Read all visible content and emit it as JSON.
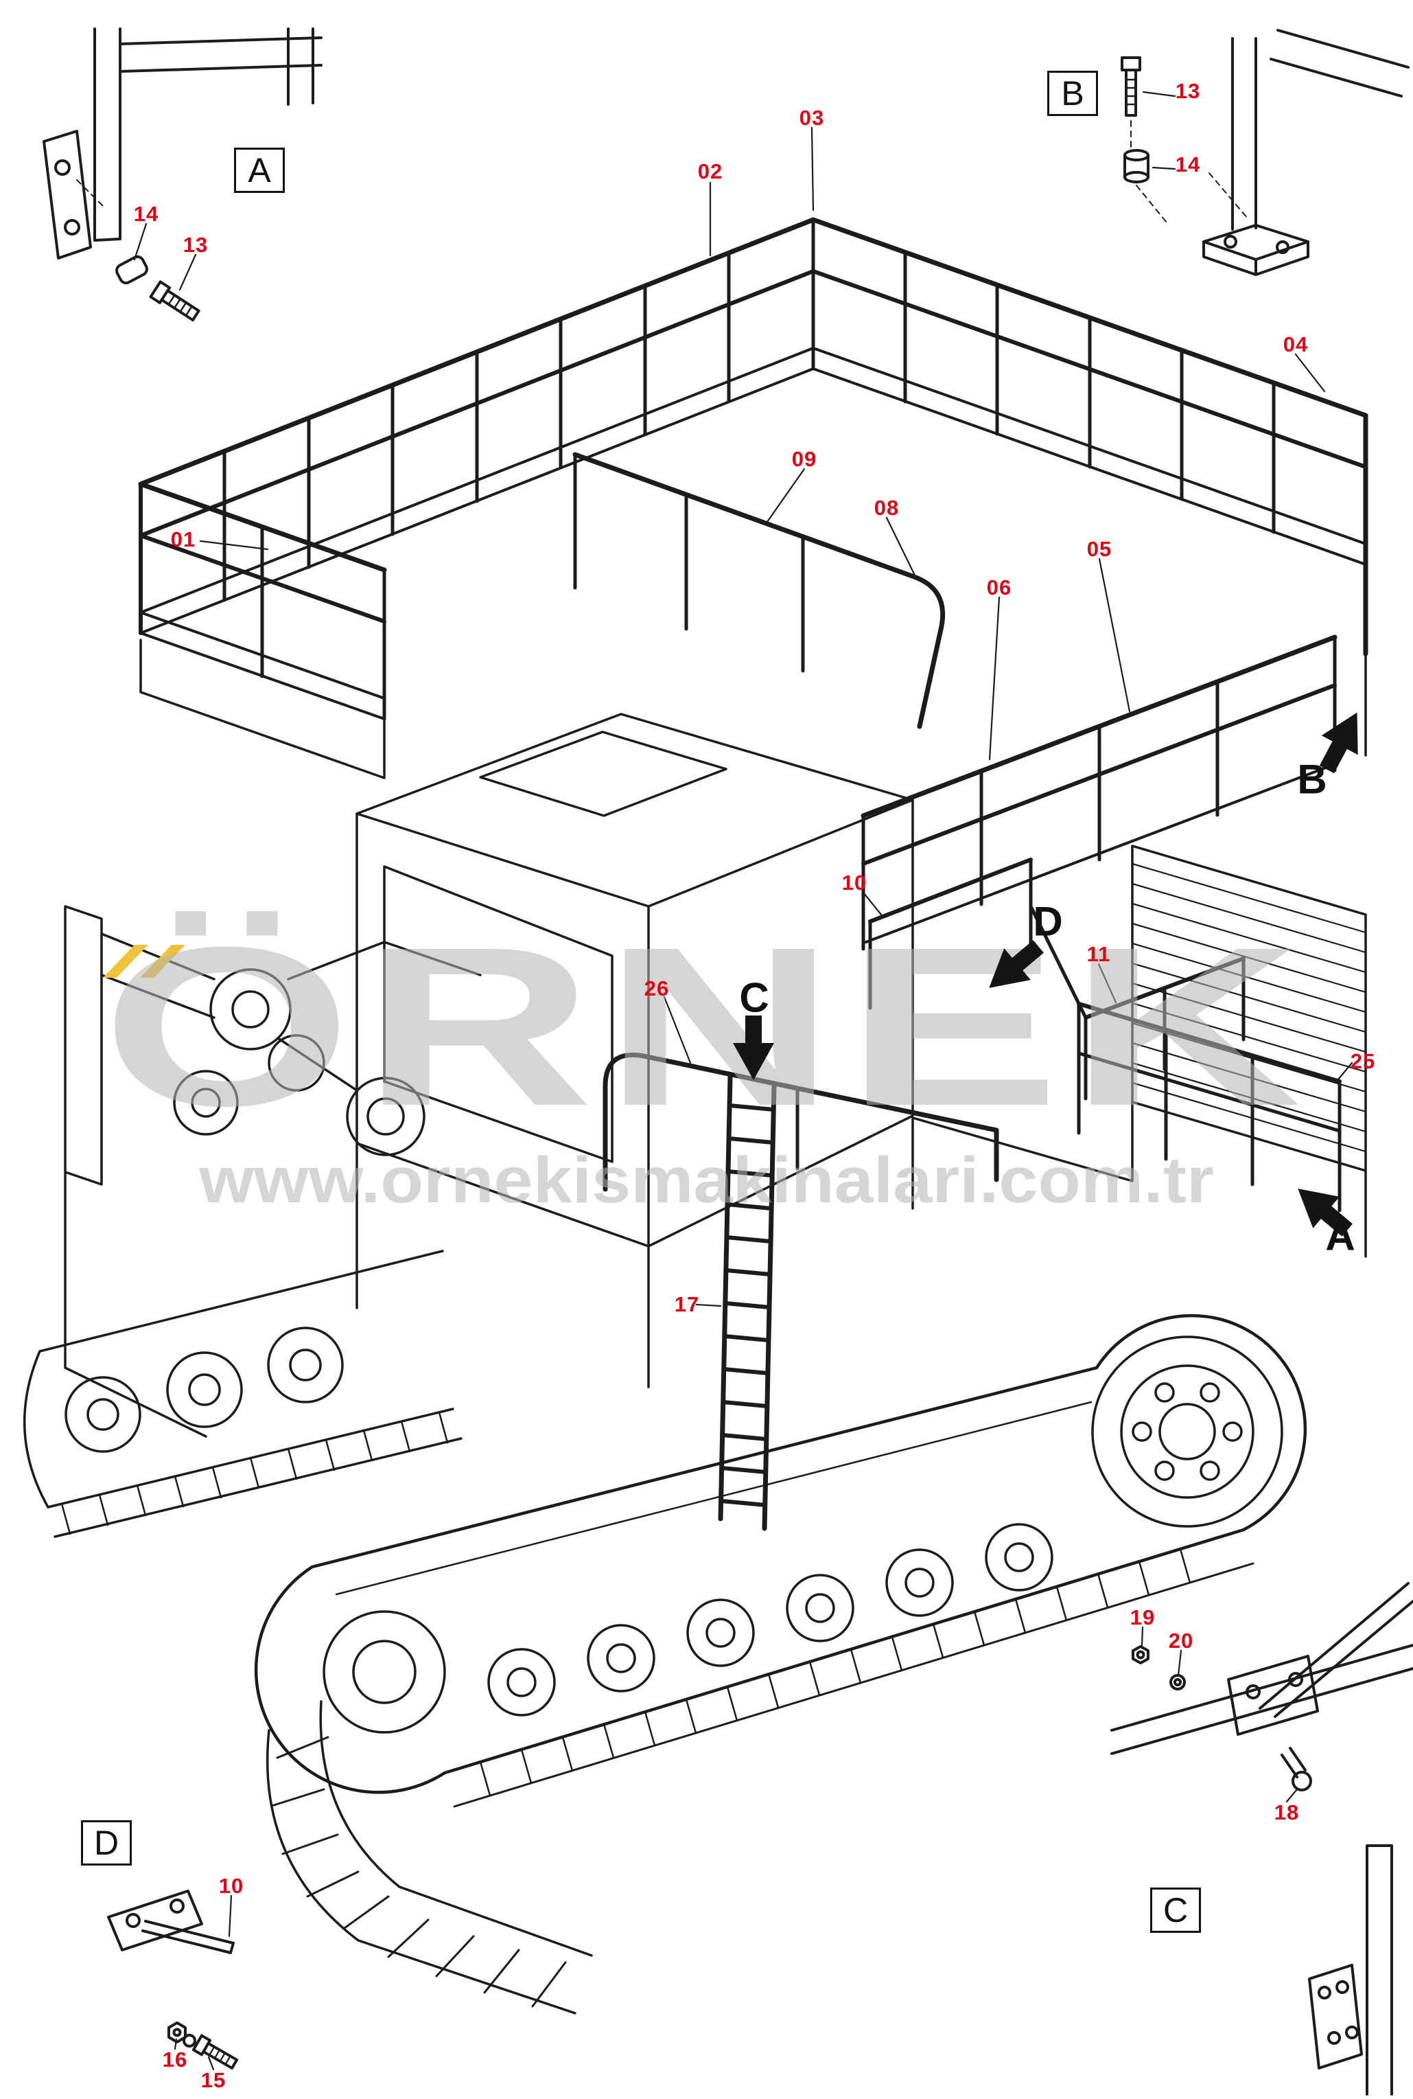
{
  "watermark": {
    "brand": "ÖRNEK",
    "url": "www.ornekismakinalari.com.tr"
  },
  "colors": {
    "callout_color": "#e60012",
    "line_color": "#1c1c1c",
    "watermark_color": "#b3b3b3",
    "accent_yellow": "#f0c23c"
  },
  "detail_boxes": [
    {
      "label": "A"
    },
    {
      "label": "B"
    },
    {
      "label": "D"
    },
    {
      "label": "C"
    }
  ],
  "view_arrows": [
    {
      "label": "B"
    },
    {
      "label": "D"
    },
    {
      "label": "C"
    },
    {
      "label": "A"
    }
  ],
  "callouts": [
    {
      "text": "14"
    },
    {
      "text": "13"
    },
    {
      "text": "02"
    },
    {
      "text": "03"
    },
    {
      "text": "13"
    },
    {
      "text": "14"
    },
    {
      "text": "04"
    },
    {
      "text": "01"
    },
    {
      "text": "09"
    },
    {
      "text": "08"
    },
    {
      "text": "06"
    },
    {
      "text": "05"
    },
    {
      "text": "10"
    },
    {
      "text": "11"
    },
    {
      "text": "26"
    },
    {
      "text": "25"
    },
    {
      "text": "17"
    },
    {
      "text": "19"
    },
    {
      "text": "20"
    },
    {
      "text": "18"
    },
    {
      "text": "10"
    },
    {
      "text": "16"
    },
    {
      "text": "15"
    }
  ]
}
